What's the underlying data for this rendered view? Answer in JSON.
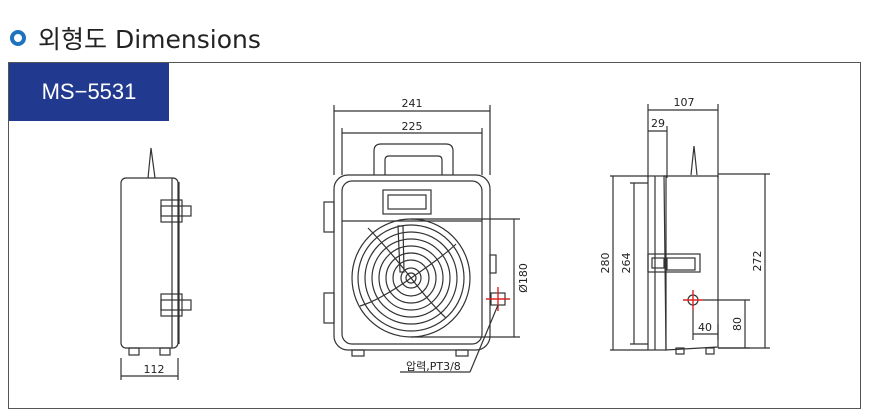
{
  "header": {
    "title": "외형도 Dimensions",
    "bullet_color": "#1e73be"
  },
  "model": {
    "name": "MS−5531",
    "tab_color": "#213a8f"
  },
  "dimensions": {
    "side_depth": "112",
    "front_width_outer": "241",
    "front_width_inner": "225",
    "dial_diameter": "Ø180",
    "port_label": "압력,PT3/8",
    "right_depth": "107",
    "right_offset": "29",
    "height_total": "280",
    "height_body": "264",
    "height_right": "272",
    "port_x": "40",
    "port_y": "80"
  }
}
